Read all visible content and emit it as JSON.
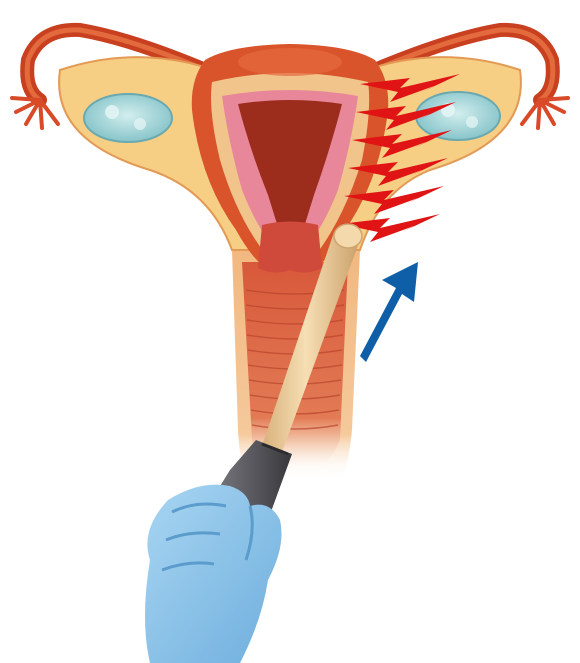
{
  "illustration": {
    "subject": "transvaginal-ultrasound-probe",
    "elements": [
      {
        "name": "uterus"
      },
      {
        "name": "left-fallopian-tube"
      },
      {
        "name": "right-fallopian-tube"
      },
      {
        "name": "left-ovary"
      },
      {
        "name": "right-ovary"
      },
      {
        "name": "cervix"
      },
      {
        "name": "vaginal-canal"
      },
      {
        "name": "ultrasound-probe"
      },
      {
        "name": "gloved-hand"
      }
    ],
    "pain_bolts": {
      "count": 6,
      "icon": "lightning-bolt-icon"
    },
    "direction_arrow": {
      "icon": "arrow-up-right-icon"
    }
  },
  "colors": {
    "uterus_outer": "#d9542a",
    "uterus_inner": "#f2b06a",
    "uterus_wall": "#f0c48a",
    "cavity": "#9c2c1c",
    "endometrium": "#e8869a",
    "tube": "#c8401f",
    "fimbriae": "#d84a28",
    "ovary": "#9fd6d8",
    "vagina_outer": "#f2b880",
    "vagina_inner": "#d8583a",
    "probe_shaft": "#f1d3a3",
    "probe_handle": "#5d5d62",
    "glove": "#8ec6ea",
    "bolt": "#e01414",
    "arrow": "#0e5fa8"
  }
}
